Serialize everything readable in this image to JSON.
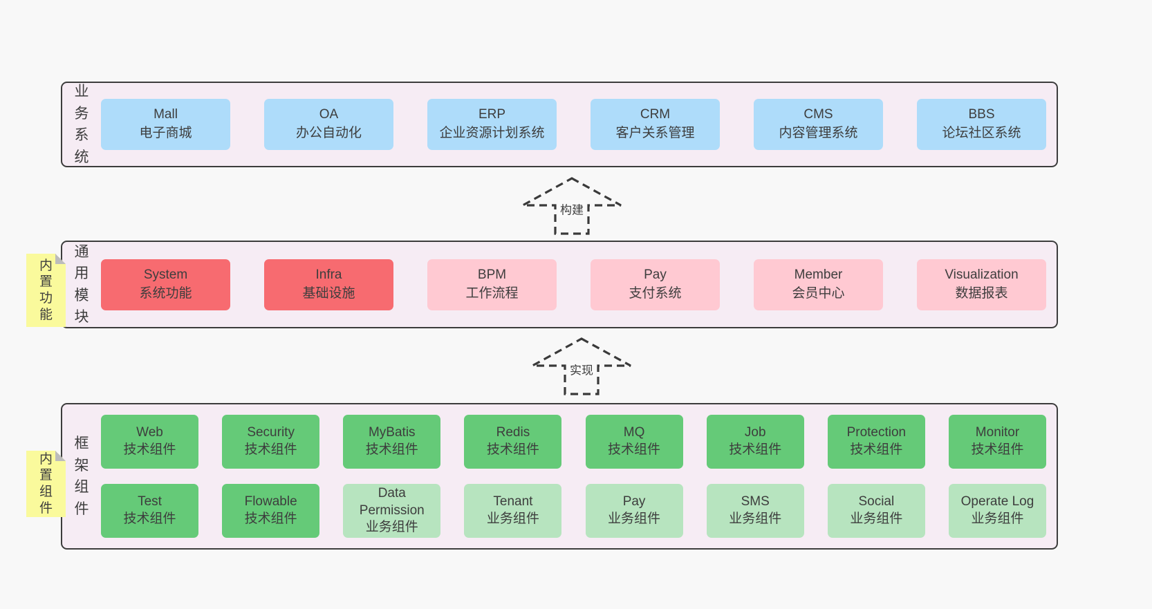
{
  "colors": {
    "page_bg": "#f8f8f8",
    "band_bg": "#f6ecf4",
    "band_border": "#3c3c3c",
    "blue_box": "#aedcfa",
    "red_box": "#f76b70",
    "pink_box": "#ffc9d2",
    "green_box": "#65ca78",
    "light_green_box": "#b7e4bf",
    "note_yellow": "#fafa9c",
    "text": "#3d3d3d"
  },
  "bands": {
    "business": {
      "label": "业务系统",
      "boxes": [
        {
          "en": "Mall",
          "zh": "电子商城"
        },
        {
          "en": "OA",
          "zh": "办公自动化"
        },
        {
          "en": "ERP",
          "zh": "企业资源计划系统"
        },
        {
          "en": "CRM",
          "zh": "客户关系管理"
        },
        {
          "en": "CMS",
          "zh": "内容管理系统"
        },
        {
          "en": "BBS",
          "zh": "论坛社区系统"
        }
      ]
    },
    "modules": {
      "label": "通用模块",
      "note": "内置功能",
      "boxes": [
        {
          "en": "System",
          "zh": "系统功能"
        },
        {
          "en": "Infra",
          "zh": "基础设施"
        },
        {
          "en": "BPM",
          "zh": "工作流程"
        },
        {
          "en": "Pay",
          "zh": "支付系统"
        },
        {
          "en": "Member",
          "zh": "会员中心"
        },
        {
          "en": "Visualization",
          "zh": "数据报表"
        }
      ]
    },
    "components": {
      "label": "框架组件",
      "note": "内置组件",
      "rows": [
        [
          {
            "en": "Web",
            "zh": "技术组件"
          },
          {
            "en": "Security",
            "zh": "技术组件"
          },
          {
            "en": "MyBatis",
            "zh": "技术组件"
          },
          {
            "en": "Redis",
            "zh": "技术组件"
          },
          {
            "en": "MQ",
            "zh": "技术组件"
          },
          {
            "en": "Job",
            "zh": "技术组件"
          },
          {
            "en": "Protection",
            "zh": "技术组件"
          },
          {
            "en": "Monitor",
            "zh": "技术组件"
          }
        ],
        [
          {
            "en": "Test",
            "zh": "技术组件"
          },
          {
            "en": "Flowable",
            "zh": "技术组件"
          },
          {
            "en": "Data Permission",
            "zh": "业务组件"
          },
          {
            "en": "Tenant",
            "zh": "业务组件"
          },
          {
            "en": "Pay",
            "zh": "业务组件"
          },
          {
            "en": "SMS",
            "zh": "业务组件"
          },
          {
            "en": "Social",
            "zh": "业务组件"
          },
          {
            "en": "Operate Log",
            "zh": "业务组件"
          }
        ]
      ]
    }
  },
  "arrows": {
    "build": "构建",
    "implement": "实现"
  }
}
